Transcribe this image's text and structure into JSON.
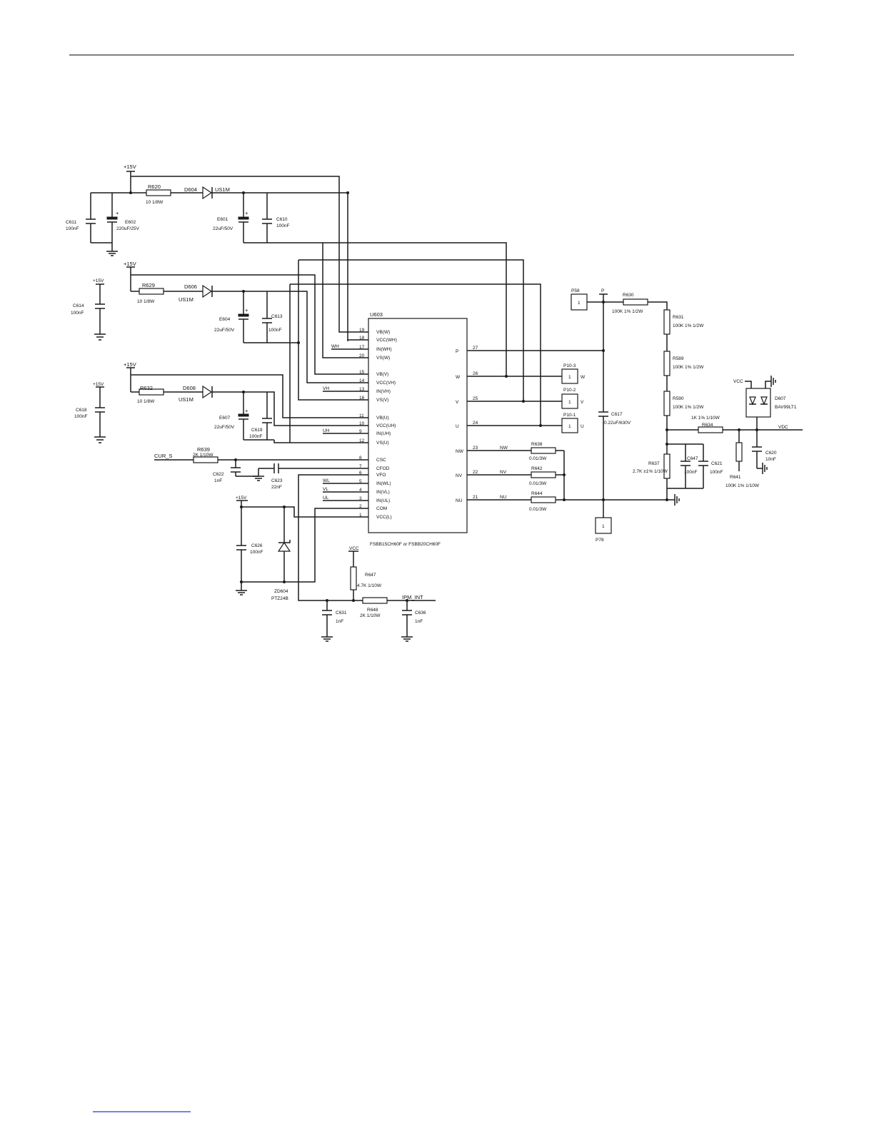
{
  "page": {
    "header_rule": true,
    "footer_link_line": true
  },
  "ic": {
    "designator": "U603",
    "part": "FSBB15CH60F or FSBB20CH60F",
    "left_pins": [
      {
        "num": "19",
        "name": "VB(W)"
      },
      {
        "num": "18",
        "name": "VCC(WH)"
      },
      {
        "num": "17",
        "name": "IN(WH)"
      },
      {
        "num": "20",
        "name": "VS(W)"
      },
      {
        "num": "15",
        "name": "VB(V)"
      },
      {
        "num": "14",
        "name": "VCC(VH)"
      },
      {
        "num": "13",
        "name": "IN(VH)"
      },
      {
        "num": "16",
        "name": "VS(V)"
      },
      {
        "num": "11",
        "name": "VB(U)"
      },
      {
        "num": "10",
        "name": "VCC(UH)"
      },
      {
        "num": "9",
        "name": "IN(UH)"
      },
      {
        "num": "12",
        "name": "VS(U)"
      },
      {
        "num": "8",
        "name": "CSC"
      },
      {
        "num": "7",
        "name": "CFOD"
      },
      {
        "num": "6",
        "name": "VFO"
      },
      {
        "num": "5",
        "name": "IN(WL)"
      },
      {
        "num": "4",
        "name": "IN(VL)"
      },
      {
        "num": "3",
        "name": "IN(UL)"
      },
      {
        "num": "2",
        "name": "COM"
      },
      {
        "num": "1",
        "name": "VCC(L)"
      }
    ],
    "right_pins": [
      {
        "num": "27",
        "name": "P"
      },
      {
        "num": "26",
        "name": "W"
      },
      {
        "num": "25",
        "name": "V"
      },
      {
        "num": "24",
        "name": "U"
      },
      {
        "num": "23",
        "name": "NW"
      },
      {
        "num": "22",
        "name": "NV"
      },
      {
        "num": "21",
        "name": "NU"
      }
    ]
  },
  "supplies": {
    "p15v": "+15V",
    "vcc": "VCC",
    "vdc": "VDC",
    "cur_s": "CUR_S",
    "ipm_int": "IPM_INT"
  },
  "nets": {
    "wh": "WH",
    "vh": "VH",
    "uh": "UH",
    "wl": "WL",
    "vl": "VL",
    "ul": "UL",
    "nw": "NW",
    "nv": "NV",
    "nu": "NU",
    "p": "P"
  },
  "components": {
    "R620": {
      "ref": "R620",
      "val": "10  1/8W"
    },
    "D604": {
      "ref": "D604",
      "val": "US1M"
    },
    "C611": {
      "ref": "C611",
      "val": "100nF"
    },
    "E602": {
      "ref": "E602",
      "val": "220uF/25V"
    },
    "E601": {
      "ref": "E601",
      "val": "22uF/50V"
    },
    "C610": {
      "ref": "C610",
      "val": "100nF"
    },
    "R629": {
      "ref": "R629",
      "val": "10  1/8W"
    },
    "D606": {
      "ref": "D606",
      "val": "US1M"
    },
    "C614": {
      "ref": "C614",
      "val": "100nF"
    },
    "E604": {
      "ref": "E604",
      "val": "22uF/50V"
    },
    "C613": {
      "ref": "C613",
      "val": "100nF"
    },
    "R632": {
      "ref": "R632",
      "val": "10  1/8W"
    },
    "D608": {
      "ref": "D608",
      "val": "US1M"
    },
    "C618": {
      "ref": "C618",
      "val": "100nF"
    },
    "E607": {
      "ref": "E607",
      "val": "22uF/50V"
    },
    "C619": {
      "ref": "C619",
      "val": "100nF"
    },
    "R639": {
      "ref": "R639",
      "val": "2K  1/10W"
    },
    "C622": {
      "ref": "C622",
      "val": "1nF"
    },
    "C623": {
      "ref": "C623",
      "val": "22nF"
    },
    "C626": {
      "ref": "C626",
      "val": "100nF"
    },
    "ZD604": {
      "ref": "ZD604",
      "val": "PTZ24B"
    },
    "R647": {
      "ref": "R647",
      "val": "4.7K  1/10W"
    },
    "R648": {
      "ref": "R648",
      "val": "2K  1/10W"
    },
    "C631": {
      "ref": "C631",
      "val": "1nF"
    },
    "C636": {
      "ref": "C636",
      "val": "1nF"
    },
    "R638": {
      "ref": "R638",
      "val": "0.01/3W"
    },
    "R642": {
      "ref": "R642",
      "val": "0.01/3W"
    },
    "R644": {
      "ref": "R644",
      "val": "0.01/3W"
    },
    "P58": {
      "ref": "P58",
      "val": "1"
    },
    "P78": {
      "ref": "P78",
      "val": "1"
    },
    "P10_3": {
      "ref": "P10-3",
      "val": "1",
      "net": "W"
    },
    "P10_2": {
      "ref": "P10-2",
      "val": "1",
      "net": "V"
    },
    "P10_1": {
      "ref": "P10-1",
      "val": "1",
      "net": "U"
    },
    "R630": {
      "ref": "R630",
      "val": "100K  1%  1/2W"
    },
    "R631": {
      "ref": "R631",
      "val": "100K  1%  1/2W"
    },
    "R589": {
      "ref": "R589",
      "val": "100K  1%  1/2W"
    },
    "R590": {
      "ref": "R590",
      "val": "100K  1%  1/2W"
    },
    "C617": {
      "ref": "C617",
      "val": "0.22uF/630V"
    },
    "R637": {
      "ref": "R637",
      "val": "2.7K  ±1%  1/10W"
    },
    "C647": {
      "ref": "C647",
      "val": "100nF"
    },
    "C621": {
      "ref": "C621",
      "val": "100nF"
    },
    "R634": {
      "ref": "R634",
      "val": "1K  1%  1/10W"
    },
    "R641": {
      "ref": "R641",
      "val": "100K  1%  1/10W"
    },
    "C620": {
      "ref": "C620",
      "val": "10nF"
    },
    "D607": {
      "ref": "D607",
      "val": "BAV99LT1"
    }
  }
}
